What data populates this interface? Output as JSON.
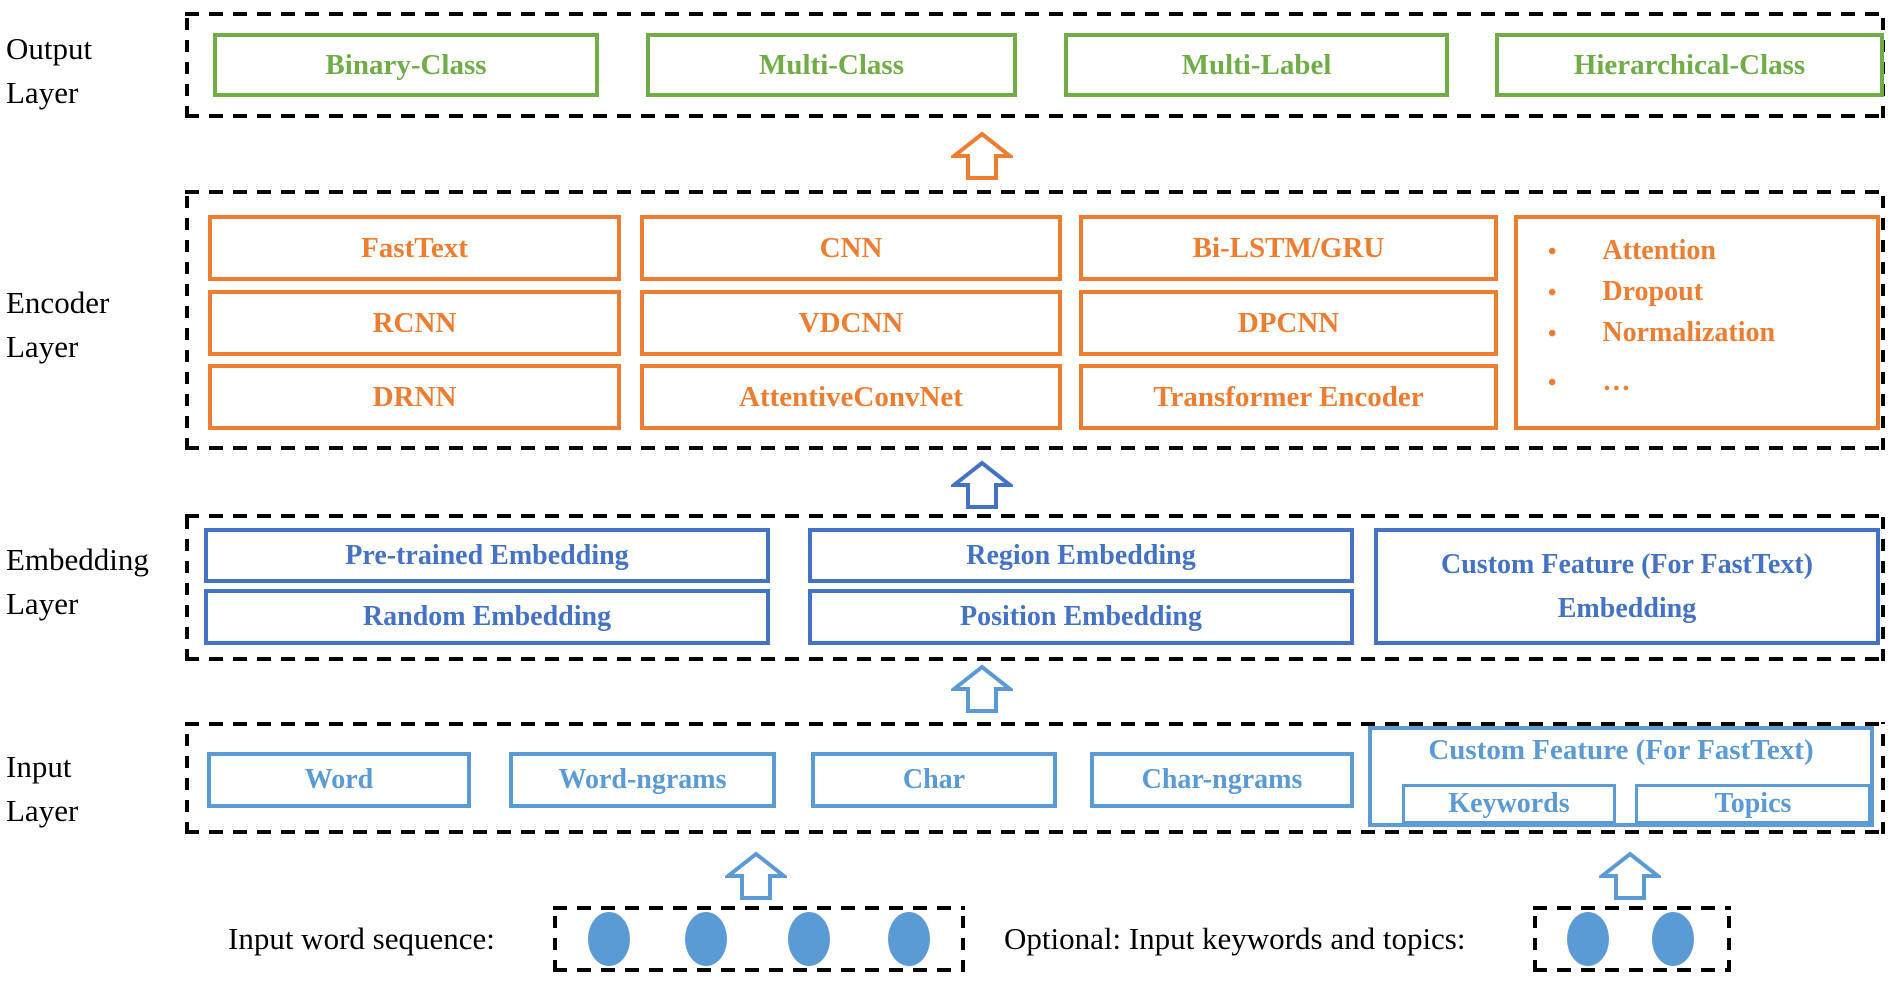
{
  "labels": {
    "output": {
      "line1": "Output",
      "line2": "Layer"
    },
    "encoder": {
      "line1": "Encoder",
      "line2": "Layer"
    },
    "embedding": {
      "line1": "Embedding",
      "line2": "Layer"
    },
    "input": {
      "line1": "Input",
      "line2": "Layer"
    }
  },
  "colors": {
    "green": "#70AD47",
    "orange": "#ED7D31",
    "blue": "#4472C4",
    "light_blue": "#5B9BD5",
    "dashes": "#000000"
  },
  "output_layer": {
    "items": [
      "Binary-Class",
      "Multi-Class",
      "Multi-Label",
      "Hierarchical-Class"
    ]
  },
  "encoder_layer": {
    "rows": [
      [
        "FastText",
        "CNN",
        "Bi-LSTM/GRU"
      ],
      [
        "RCNN",
        "VDCNN",
        "DPCNN"
      ],
      [
        "DRNN",
        "AttentiveConvNet",
        "Transformer Encoder"
      ]
    ],
    "extras": {
      "bullet": "•",
      "items": [
        "Attention",
        "Dropout",
        "Normalization",
        "…"
      ]
    }
  },
  "embedding_layer": {
    "col1": [
      "Pre-trained Embedding",
      "Random Embedding"
    ],
    "col2": [
      "Region Embedding",
      "Position Embedding"
    ],
    "custom": {
      "line1": "Custom Feature (For FastText)",
      "line2": "Embedding"
    }
  },
  "input_layer": {
    "items": [
      "Word",
      "Word-ngrams",
      "Char",
      "Char-ngrams"
    ],
    "custom": {
      "title": "Custom Feature (For FastText)",
      "sub": [
        "Keywords",
        "Topics"
      ]
    }
  },
  "bottom": {
    "word_sequence_label": "Input word sequence:",
    "keywords_label": "Optional: Input keywords and topics:"
  }
}
